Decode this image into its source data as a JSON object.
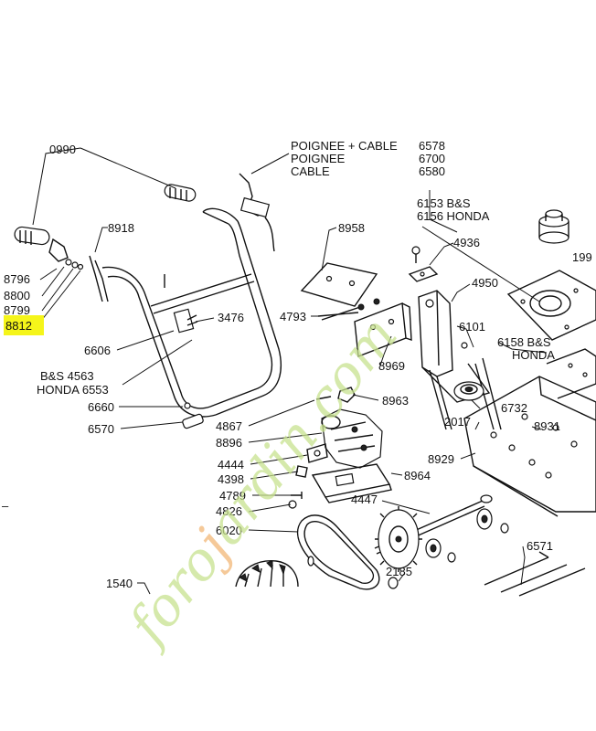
{
  "diagram": {
    "labels": {
      "l0990": "0990",
      "poignee_cable": "POIGNEE + CABLE",
      "poignee": "POIGNEE",
      "cable": "CABLE",
      "n6578": "6578",
      "n6700": "6700",
      "n6580": "6580",
      "n6153": "6153 B&S",
      "n6156": "6156 HONDA",
      "n199": "199",
      "n8918": "8918",
      "n8958": "8958",
      "n4936": "4936",
      "n8796": "8796",
      "n8800": "8800",
      "n8799": "8799",
      "n8812": "8812",
      "n4950": "4950",
      "n4793": "4793",
      "n3476": "3476",
      "n6101": "6101",
      "n6606": "6606",
      "n6158a": "6158 B&S",
      "n6158b": "HONDA",
      "n8969": "8969",
      "bs4563": "B&S 4563",
      "honda6553": "HONDA 6553",
      "n8963": "8963",
      "n6660": "6660",
      "n6732": "6732",
      "n2017": "2017",
      "n8931": "8931",
      "n4867": "4867",
      "n6570": "6570",
      "n8896": "8896",
      "n8929": "8929",
      "n4444": "4444",
      "n8964": "8964",
      "n4398": "4398",
      "n4789": "4789",
      "n4447": "4447",
      "n4826": "4826",
      "n6020": "6020",
      "n6571": "6571",
      "n1540": "1540",
      "n2185": "2185",
      "dash": "–"
    },
    "watermark": "forojardin.com",
    "colors": {
      "highlight": "#f5f51a",
      "watermark_green": "#c8e28f",
      "watermark_orange": "#f2b777",
      "line": "#111111"
    }
  }
}
